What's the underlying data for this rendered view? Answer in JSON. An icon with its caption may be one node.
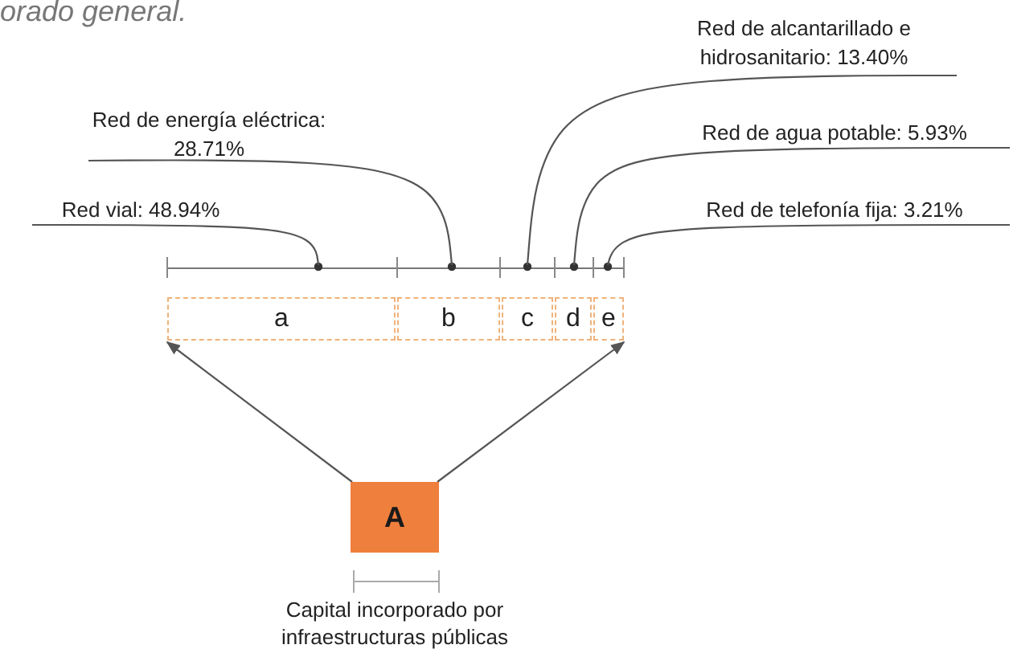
{
  "diagram": {
    "nodes": [
      {
        "text": [
          "Red de alcantarillado e hidrosanitario: 13.40%"
        ]
      },
      {
        "text": [
          "Red de energía eléctrica: 28.71%"
        ]
      },
      {
        "text": [
          "Red de agua potable: 5.93%"
        ]
      },
      {
        "text": [
          "Red vial: 48.94%"
        ]
      },
      {
        "text": [
          "Red de telefonía fija: 3.21%"
        ]
      },
      {
        "text": [
          "a"
        ]
      },
      {
        "text": [
          "b"
        ]
      },
      {
        "text": [
          "c"
        ]
      },
      {
        "text": [
          "d"
        ]
      },
      {
        "text": [
          "e"
        ]
      },
      {
        "text": [
          "A"
        ],
        "beside": [
          "Capital incorporado por infraestructuras públicas"
        ]
      }
    ],
    "edges": [
      {
        "from": 0,
        "to": null,
        "arrow": "none"
      },
      {
        "from": 1,
        "to": null,
        "arrow": "none"
      },
      {
        "from": 2,
        "to": null,
        "arrow": "none"
      },
      {
        "from": 3,
        "to": null,
        "arrow": "none"
      },
      {
        "from": 4,
        "to": null,
        "arrow": "none"
      },
      {
        "from": 10,
        "to": 5,
        "arrow": "to"
      },
      {
        "from": 10,
        "to": 9,
        "arrow": "to"
      }
    ],
    "labels": [
      "orado general."
    ]
  }
}
